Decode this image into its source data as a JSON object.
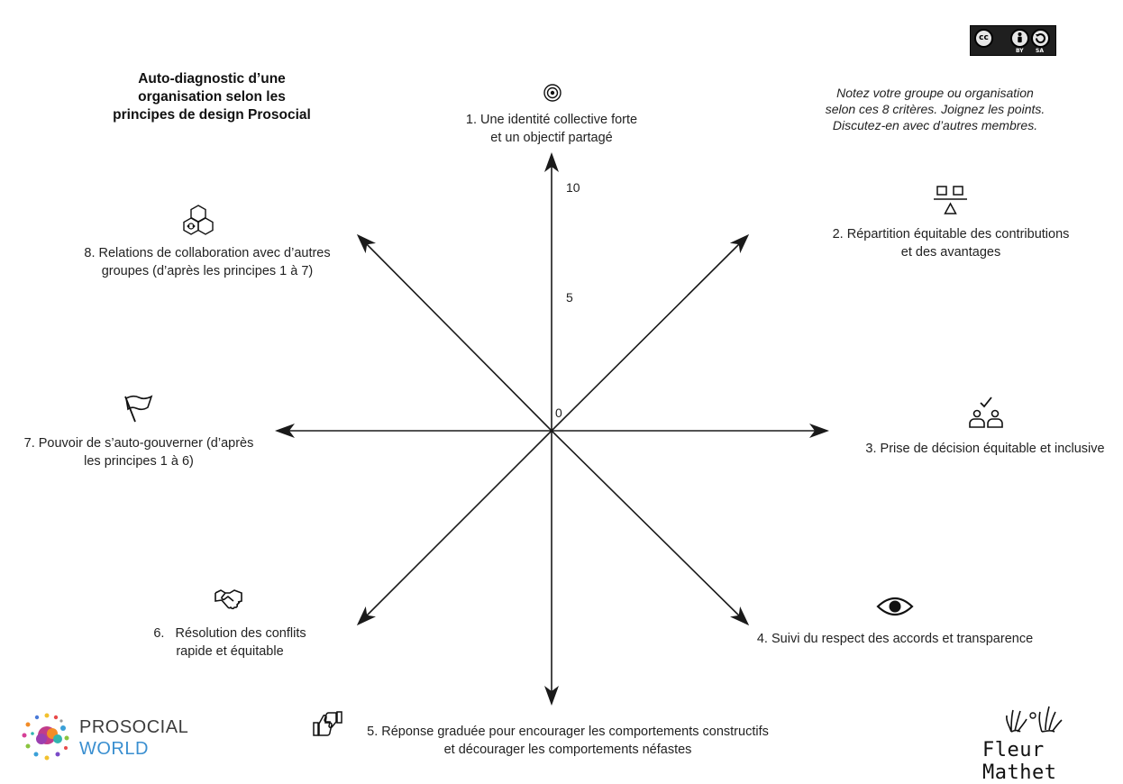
{
  "title": {
    "line1": "Auto-diagnostic d’une",
    "line2": "organisation selon les",
    "line3": "principes de design Prosocial"
  },
  "instructions": {
    "line1": "Notez votre groupe ou organisation",
    "line2": "selon ces 8 critères. Joignez les points.",
    "line3": "Discutez-en avec d’autres membres."
  },
  "license": {
    "by": "BY",
    "sa": "SA",
    "cc": "cc"
  },
  "scale": {
    "max": "10",
    "mid": "5",
    "min": "0"
  },
  "criteria": [
    {
      "icon": "target-icon",
      "line1": "1. Une identité collective forte",
      "line2": "et un objectif partagé"
    },
    {
      "icon": "balance-icon",
      "line1": "2. Répartition équitable des contributions",
      "line2": "et des avantages"
    },
    {
      "icon": "group-vote-icon",
      "line1": "3. Prise de décision équitable et inclusive",
      "line2": ""
    },
    {
      "icon": "eye-icon",
      "line1": "4. Suivi du respect des accords et transparence",
      "line2": ""
    },
    {
      "icon": "thumbs-up-down-icon",
      "line1": "5. Réponse graduée pour encourager les comportements constructifs",
      "line2": "et décourager les comportements néfastes"
    },
    {
      "icon": "handshake-icon",
      "line1": "6.   Résolution des conflits",
      "line2": "rapide et équitable"
    },
    {
      "icon": "flag-icon",
      "line1": "7. Pouvoir de s’auto-gouverner (d’après",
      "line2": "les principes 1 à 6)"
    },
    {
      "icon": "hexagons-icon",
      "line1": "8. Relations de collaboration avec d’autres",
      "line2": "groupes (d’après les principes 1 à 7)"
    }
  ],
  "brand": {
    "line1": "PROSOCIAL",
    "line2": "WORLD"
  },
  "author": "Fleur Mathet",
  "colors": {
    "axis": "#1a1a1a",
    "brand_blue": "#3a8fd0",
    "brand_grey": "#3c3c3c"
  }
}
